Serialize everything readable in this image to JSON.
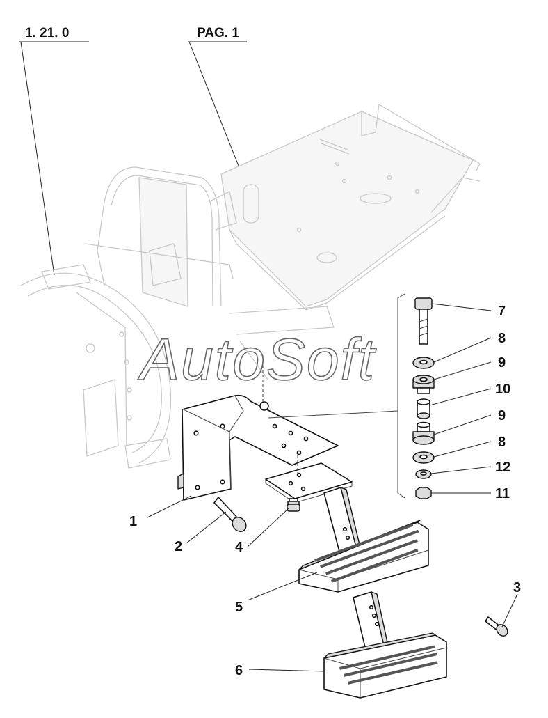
{
  "references": {
    "group_code": "1. 21. 0",
    "page": "PAG. 1"
  },
  "watermark": "AutoSoft",
  "callouts": [
    {
      "id": "1",
      "label": "1"
    },
    {
      "id": "2",
      "label": "2"
    },
    {
      "id": "3",
      "label": "3"
    },
    {
      "id": "4",
      "label": "4"
    },
    {
      "id": "5",
      "label": "5"
    },
    {
      "id": "6",
      "label": "6"
    },
    {
      "id": "7",
      "label": "7"
    },
    {
      "id": "8a",
      "label": "8"
    },
    {
      "id": "9a",
      "label": "9"
    },
    {
      "id": "10",
      "label": "10"
    },
    {
      "id": "9b",
      "label": "9"
    },
    {
      "id": "8b",
      "label": "8"
    },
    {
      "id": "12",
      "label": "12"
    },
    {
      "id": "11",
      "label": "11"
    }
  ],
  "colors": {
    "ink": "#111111",
    "ghost": "#c8c8c8"
  }
}
